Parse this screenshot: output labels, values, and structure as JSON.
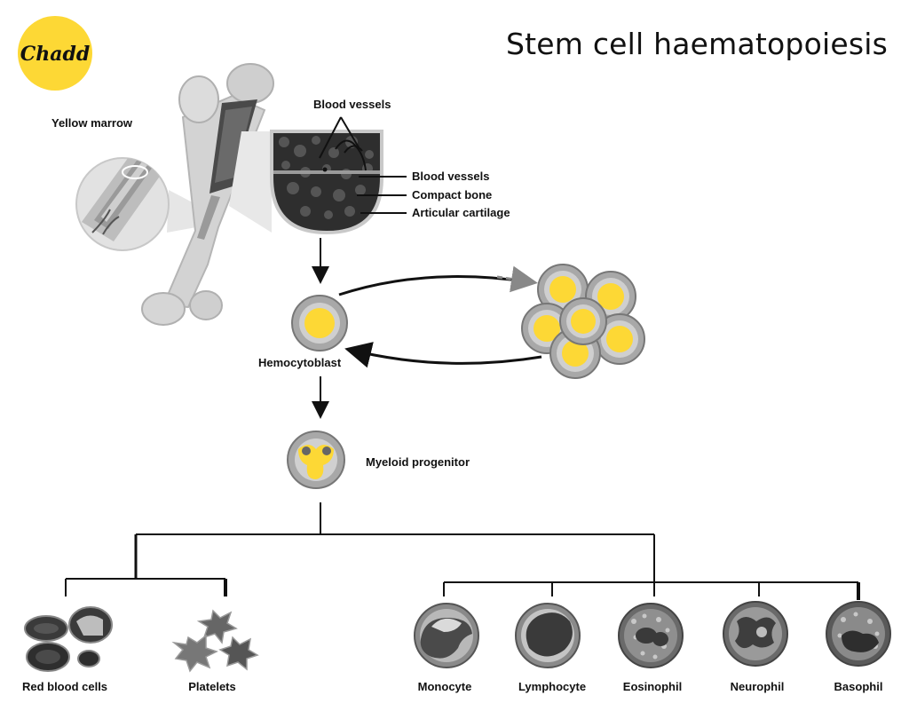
{
  "logo": {
    "text": "Chadd",
    "color": "#FDD835"
  },
  "title": "Stem cell haematopoiesis",
  "colors": {
    "accent": "#FDD835",
    "line": "#111111",
    "cell_gray": "#a8a8a8",
    "bone": "#d6d6d6"
  },
  "labels": {
    "yellow_marrow": "Yellow marrow",
    "blood_vessels_top": "Blood vessels",
    "blood_vessels": "Blood vessels",
    "compact_bone": "Compact bone",
    "articular_cartilage": "Articular cartilage",
    "hemocytoblast": "Hemocytoblast",
    "myeloid_progenitor": "Myeloid progenitor"
  },
  "cells": [
    {
      "key": "red_blood_cells",
      "label": "Red blood cells"
    },
    {
      "key": "platelets",
      "label": "Platelets"
    },
    {
      "key": "monocyte",
      "label": "Monocyte"
    },
    {
      "key": "lymphocyte",
      "label": "Lymphocyte"
    },
    {
      "key": "eosinophil",
      "label": "Eosinophil"
    },
    {
      "key": "neurophil",
      "label": "Neurophil"
    },
    {
      "key": "basophil",
      "label": "Basophil"
    }
  ]
}
